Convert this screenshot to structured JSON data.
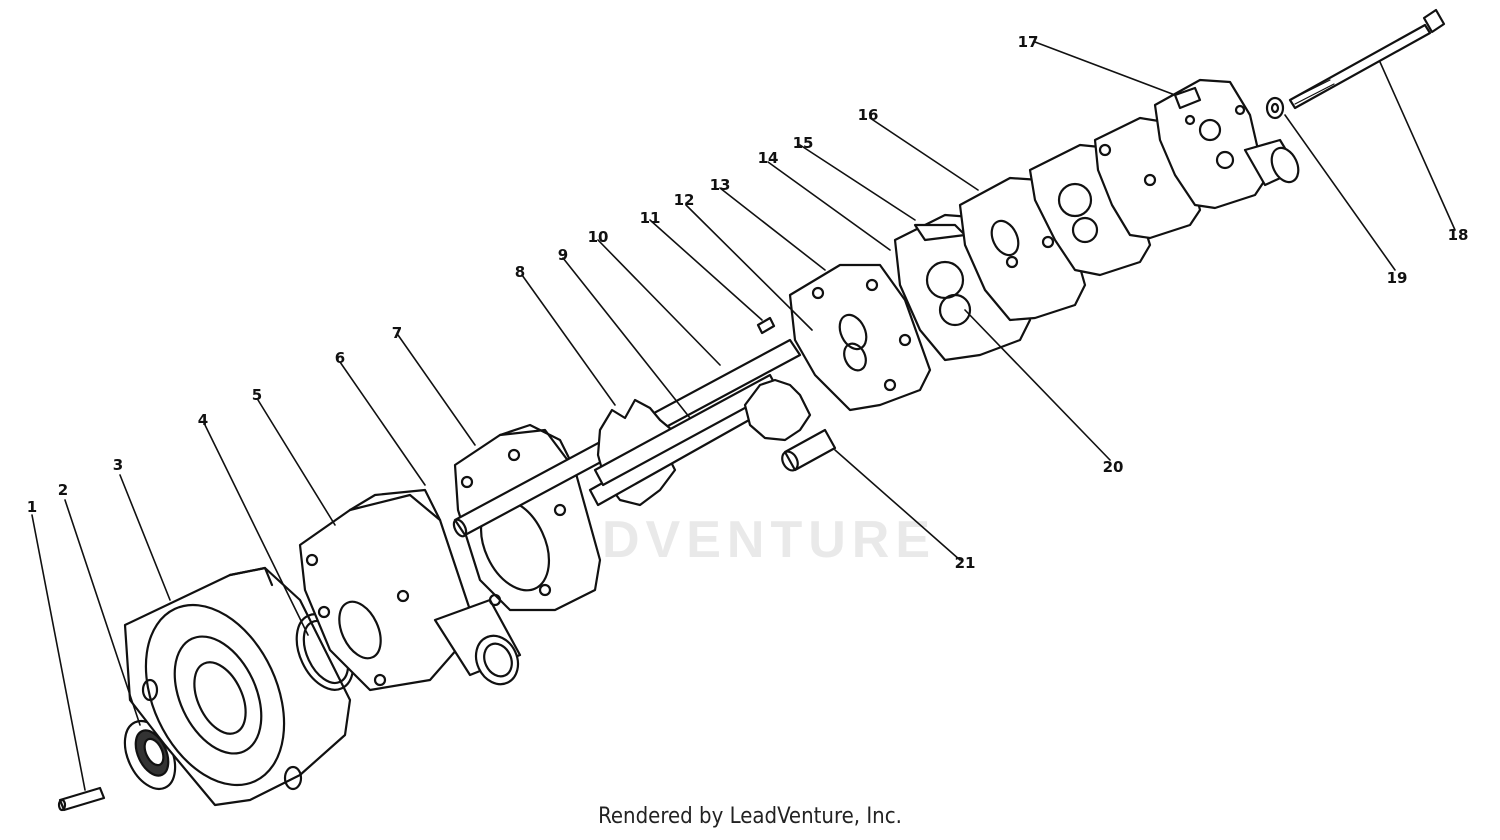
{
  "watermark": {
    "text": "LEADVENTURE"
  },
  "footer": {
    "text": "Rendered by LeadVenture, Inc."
  },
  "callouts": [
    {
      "label": "1"
    },
    {
      "label": "2"
    },
    {
      "label": "3"
    },
    {
      "label": "4"
    },
    {
      "label": "5"
    },
    {
      "label": "6"
    },
    {
      "label": "7"
    },
    {
      "label": "8"
    },
    {
      "label": "9"
    },
    {
      "label": "10"
    },
    {
      "label": "11"
    },
    {
      "label": "12"
    },
    {
      "label": "13"
    },
    {
      "label": "14"
    },
    {
      "label": "15"
    },
    {
      "label": "16"
    },
    {
      "label": "17"
    },
    {
      "label": "18"
    },
    {
      "label": "19"
    },
    {
      "label": "20"
    },
    {
      "label": "21"
    }
  ],
  "colors": {
    "line": "#111111",
    "watermark": "#e9e9e9",
    "background": "#ffffff"
  }
}
